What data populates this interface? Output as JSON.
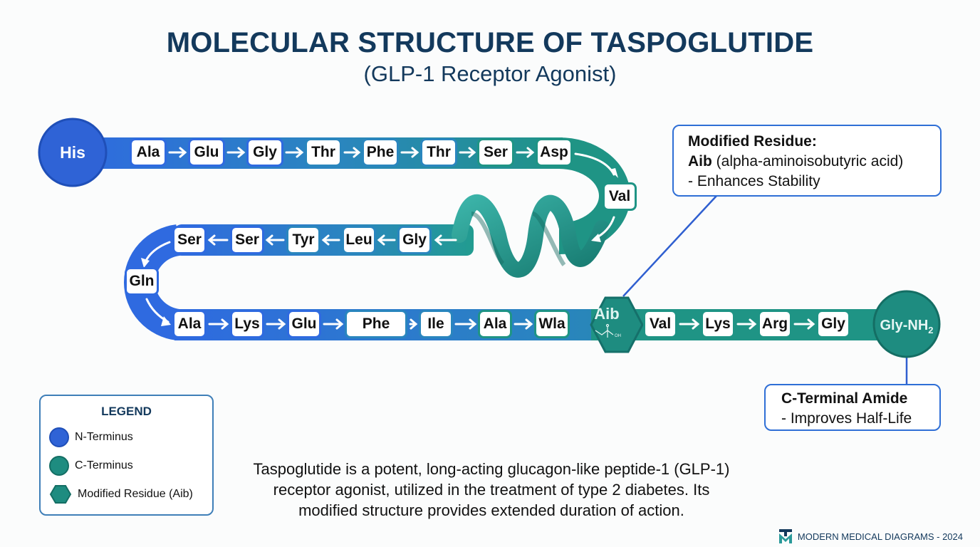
{
  "header": {
    "title": "MOLECULAR STRUCTURE OF TASPOGLUTIDE",
    "subtitle": "(GLP-1 Receptor Agonist)"
  },
  "colors": {
    "n_terminus": "#2f63d6",
    "c_terminus": "#1e8c80",
    "backbone_blue": "#2f6fe0",
    "backbone_teal": "#229484",
    "title": "#13395c",
    "callout_border": "#2f6fd6"
  },
  "sequence": {
    "n_terminus": "His",
    "row1": [
      "Ala",
      "Glu",
      "Gly",
      "Thr",
      "Phe",
      "Thr",
      "Ser",
      "Asp"
    ],
    "turn1": "Val",
    "row2": [
      "Ser",
      "Ser",
      "Tyr",
      "Leu",
      "Gly"
    ],
    "turn2": "Gln",
    "row3": [
      "Ala",
      "Lys",
      "Glu",
      "Phe",
      "Ile",
      "Ala",
      "Wla"
    ],
    "modified": {
      "label": "Aib",
      "formula_label": "OH"
    },
    "row4": [
      "Val",
      "Lys",
      "Arg",
      "Gly"
    ],
    "c_terminus": {
      "label": "Gly-NH",
      "subscript": "2"
    }
  },
  "callouts": {
    "modified": {
      "heading": "Modified Residue:",
      "name_bold": "Aib",
      "name_rest": " (alpha-aminoisobutyric acid)",
      "note": "- Enhances Stability"
    },
    "c_terminal": {
      "heading": "C-Terminal Amide",
      "note": "- Improves Half-Life"
    }
  },
  "legend": {
    "title": "LEGEND",
    "items": [
      {
        "label": "N-Terminus",
        "shape": "circle",
        "color": "#2f63d6"
      },
      {
        "label": "C-Terminus",
        "shape": "circle",
        "color": "#1e8c80"
      },
      {
        "label": "Modified Residue (Aib)",
        "shape": "hexagon",
        "color": "#1e8c80"
      }
    ]
  },
  "description": [
    "Taspoglutide is a potent, long-acting glucagon-like peptide-1 (GLP-1)",
    "receptor agonist, utilized in the treatment of type 2 diabetes. Its",
    "modified structure provides extended duration of action."
  ],
  "footer": {
    "text": "MODERN MEDICAL DIAGRAMS - 2024"
  }
}
